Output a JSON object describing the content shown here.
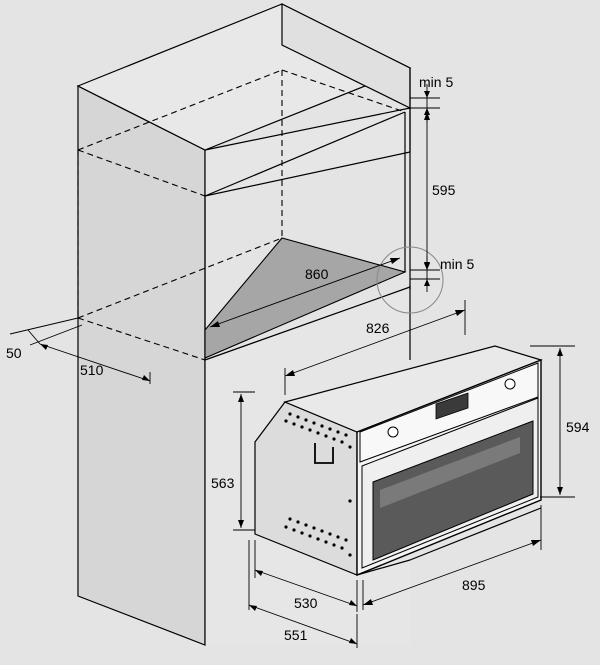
{
  "dimensions": {
    "clearance_top": "min 5",
    "niche_height": "595",
    "clearance_bottom": "min 5",
    "niche_width": "860",
    "cabinet_depth_gap": "50",
    "cabinet_depth": "510",
    "oven_body_width": "826",
    "oven_front_height": "594",
    "oven_body_height": "563",
    "oven_front_width": "895",
    "oven_body_depth": "530",
    "oven_total_depth": "551"
  },
  "colors": {
    "background": "#e4e4e4",
    "cabinet_side": "#d2d2d2",
    "niche_floor": "#a6a6a6",
    "oven_body": "#dcdcdc",
    "oven_front_panel": "#f2f2f2",
    "oven_window": "#5a5a5a",
    "line": "#000000"
  }
}
